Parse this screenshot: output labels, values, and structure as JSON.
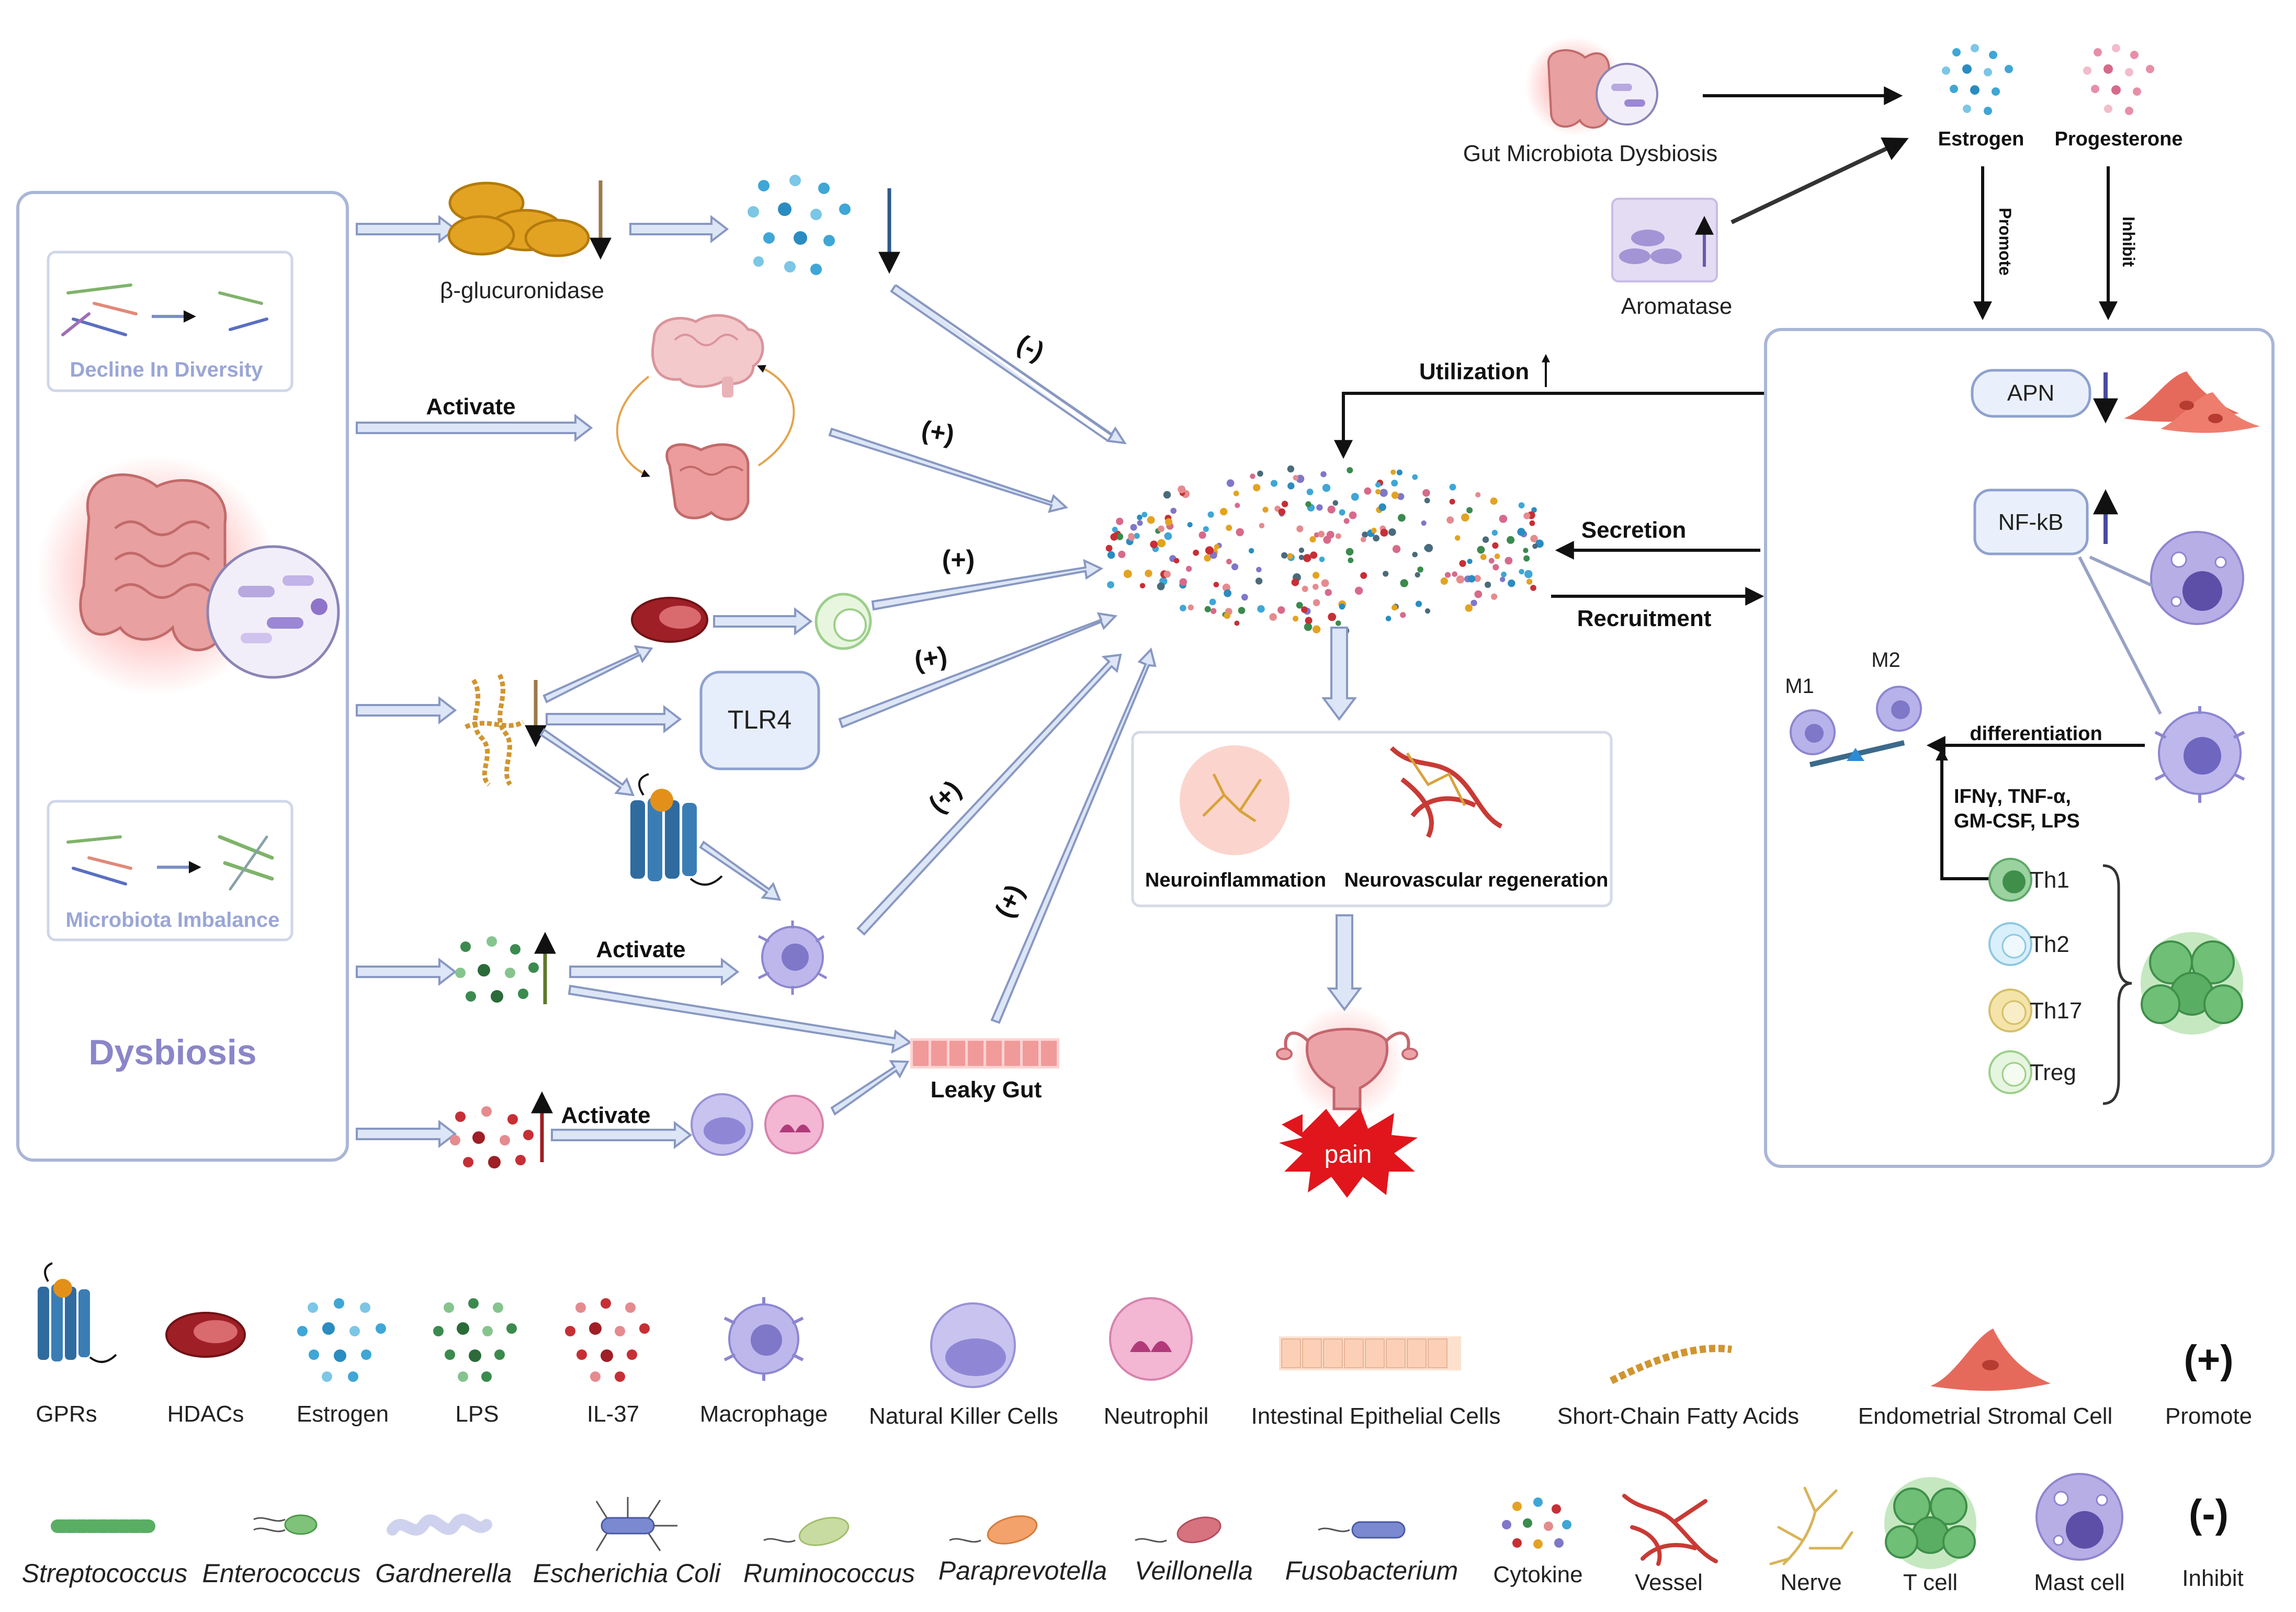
{
  "dysbiosis": {
    "title": "Dysbiosis",
    "decline_label": "Decline In Diversity",
    "imbalance_label": "Microbiota Imbalance"
  },
  "pathways": {
    "beta_glucuronidase": "β-glucuronidase",
    "activate_brain": "Activate",
    "tlr4": "TLR4",
    "activate_lps": "Activate",
    "activate_il37": "Activate",
    "leaky_gut": "Leaky Gut"
  },
  "signs": {
    "minus": "(-)",
    "plus1": "(+)",
    "plus2": "(+)",
    "plus3": "(+)",
    "plus4": "(+)",
    "plus5": "(+)"
  },
  "center": {
    "secretion": "Secretion",
    "recruitment": "Recruitment",
    "utilization": "Utilization",
    "neuroinflammation": "Neuroinflammation",
    "neurovascular": "Neurovascular regeneration",
    "pain": "pain"
  },
  "hormones": {
    "gut_dysbiosis": "Gut Microbiota Dysbiosis",
    "aromatase": "Aromatase",
    "estrogen": "Estrogen",
    "progesterone": "Progesterone",
    "promote": "Promote",
    "inhibit": "Inhibit"
  },
  "immune": {
    "apn": "APN",
    "nfkb": "NF-kB",
    "m1": "M1",
    "m2": "M2",
    "differentiation": "differentiation",
    "cytokines_line1": "IFNγ, TNF-α,",
    "cytokines_line2": "GM-CSF, LPS",
    "th1": "Th1",
    "th2": "Th2",
    "th17": "Th17",
    "treg": "Treg"
  },
  "legend_row1": [
    "GPRs",
    "HDACs",
    "Estrogen",
    "LPS",
    "IL-37",
    "Macrophage",
    "Natural Killer Cells",
    "Neutrophil",
    "Intestinal Epithelial Cells",
    "Short-Chain Fatty Acids",
    "Endometrial Stromal Cell",
    "Promote"
  ],
  "legend_row2": [
    "Streptococcus",
    "Enterococcus",
    "Gardnerella",
    "Escherichia Coli",
    "Ruminococcus",
    "Paraprevotella",
    "Veillonella",
    "Fusobacterium",
    "Cytokine",
    "Vessel",
    "Nerve",
    "T cell",
    "Mast cell",
    "Inhibit"
  ],
  "legend_symbols": {
    "promote": "(+)",
    "inhibit": "(-)"
  },
  "colors": {
    "estrogen": "#3fa6d6",
    "lps": "#3b8a4e",
    "il37": "#c62f35",
    "hdac": "#9e1f25",
    "macrophage": "#a8a3e0",
    "panel_border": "#a9b6d6",
    "pain": "#e0161c"
  }
}
